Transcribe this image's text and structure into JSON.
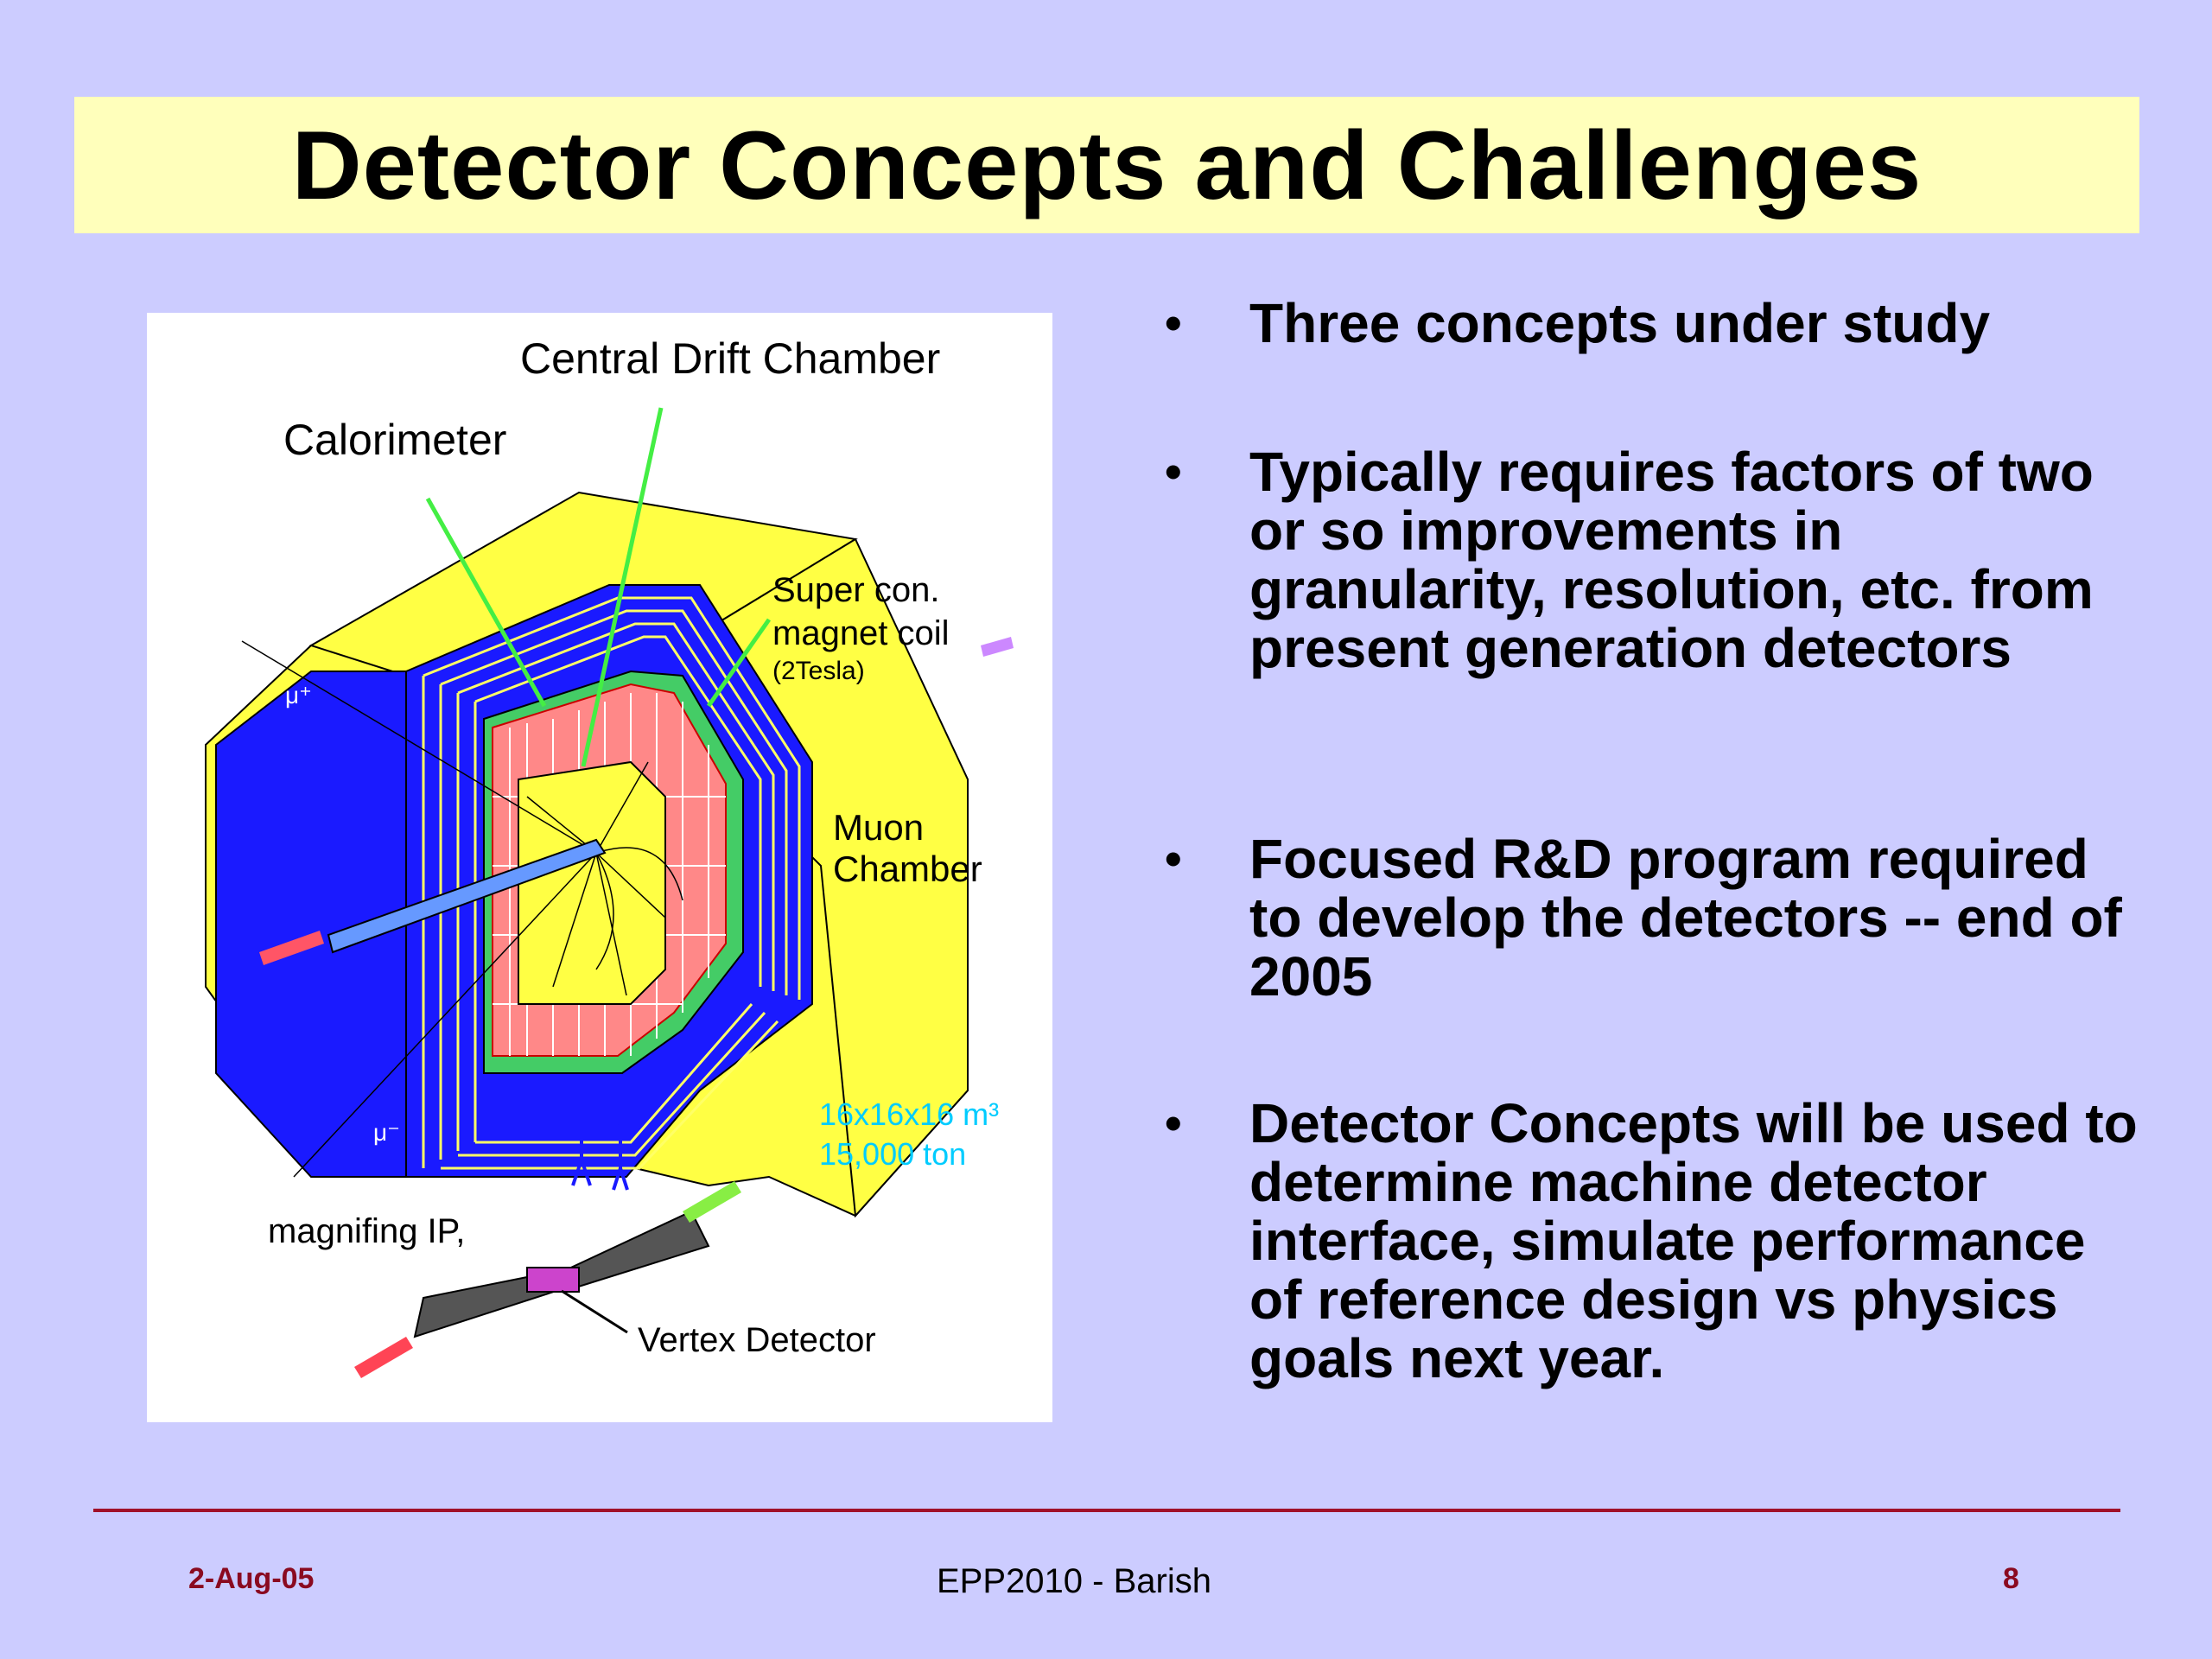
{
  "slide": {
    "title": "Detector Concepts and Challenges",
    "bullets": [
      "Three concepts under study",
      "Typically requires factors of two or so improvements in granularity, resolution, etc. from present generation detectors",
      "Focused R&D program required to develop the detectors  -- end of 2005",
      "Detector Concepts will be used to determine machine detector interface,  simulate performance of reference design vs physics goals next year."
    ]
  },
  "figure": {
    "labels": {
      "central_drift_chamber": "Central Drift Chamber",
      "calorimeter": "Calorimeter",
      "super_con_1": "Super con.",
      "super_con_2": "magnet coil",
      "super_con_3": "(2Tesla)",
      "muon_1": "Muon",
      "muon_2": "Chamber",
      "size": "16x16x16 m³",
      "weight": "15,000 ton",
      "magnifing_ip": "magnifing IP,",
      "vertex_detector": "Vertex Detector",
      "mu_plus": "μ⁺",
      "mu_minus": "μ⁻"
    },
    "colors": {
      "yoke": "#ffff44",
      "muon_blue": "#1a1aff",
      "calorimeter_pink": "#ff8888",
      "coil_green": "#44cc66",
      "pointer_green": "#44ee44",
      "size_text": "#00ccff"
    }
  },
  "footer": {
    "date": "2-Aug-05",
    "center": "EPP2010  - Barish",
    "page": "8"
  }
}
